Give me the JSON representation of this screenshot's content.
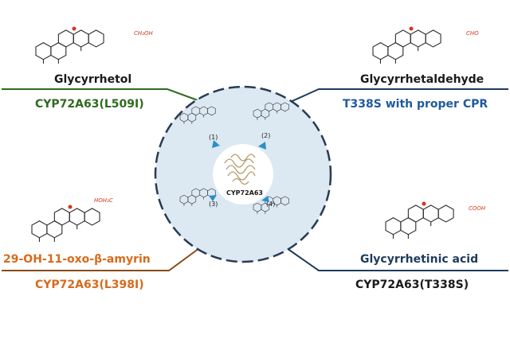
{
  "products": {
    "top_left": {
      "name": "Glycyrrhetol",
      "enzyme": "CYP72A63(L509I)",
      "enzyme_color": "#2f6b1f",
      "line_color": "#2f6b1f",
      "group": "CH₂OH"
    },
    "top_right": {
      "name": "Glycyrrhetaldehyde",
      "enzyme": "T338S with proper CPR",
      "enzyme_color": "#1f5a9e",
      "line_color": "#1f3b5c",
      "group": "CHO"
    },
    "bottom_left": {
      "name": "29-OH-11-oxo-β-amyrin",
      "enzyme": "CYP72A63(L398I)",
      "name_color": "#d86a1c",
      "enzyme_color": "#d86a1c",
      "line_color": "#8a4a16",
      "group": "HOH₂C"
    },
    "bottom_right": {
      "name": "Glycyrrhetinic acid",
      "enzyme": "CYP72A63(T338S)",
      "name_color": "#1f3b5c",
      "enzyme_color": "#1a1a1a",
      "line_color": "#1f3b5c",
      "group": "COOH"
    }
  },
  "center": {
    "enzyme_label": "CYP72A63"
  },
  "steps": [
    "(1)",
    "(2)",
    "(3)",
    "(4)"
  ],
  "colors": {
    "circle_fill": "#dce8f2",
    "circle_border": "#2a3a52",
    "arrow": "#2a8fc9",
    "highlight_red": "#d6341c"
  }
}
